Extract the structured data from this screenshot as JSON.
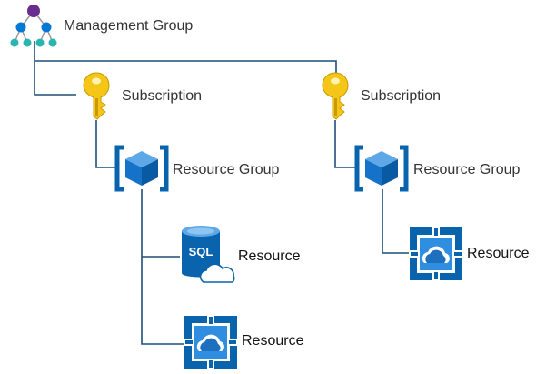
{
  "nodes": {
    "management_group": {
      "label": "Management Group",
      "icon": "management-group-icon"
    },
    "subscription_left": {
      "label": "Subscription",
      "icon": "key-icon"
    },
    "subscription_right": {
      "label": "Subscription",
      "icon": "key-icon"
    },
    "resource_group_left": {
      "label": "Resource Group",
      "icon": "cube-icon"
    },
    "resource_group_right": {
      "label": "Resource Group",
      "icon": "cube-icon"
    },
    "resource_sql": {
      "label": "Resource",
      "icon": "sql-database-icon",
      "badge": "SQL"
    },
    "resource_app_left": {
      "label": "Resource",
      "icon": "app-service-icon"
    },
    "resource_app_right": {
      "label": "Resource",
      "icon": "app-service-icon"
    }
  },
  "colors": {
    "connector": "#1f4e79",
    "azure_blue": "#0078d4",
    "azure_dark": "#005ba1",
    "key_yellow": "#f5c518",
    "key_dark": "#c99a00",
    "mg_purple": "#6b2c8f",
    "mg_teal": "#2bb5b0"
  }
}
